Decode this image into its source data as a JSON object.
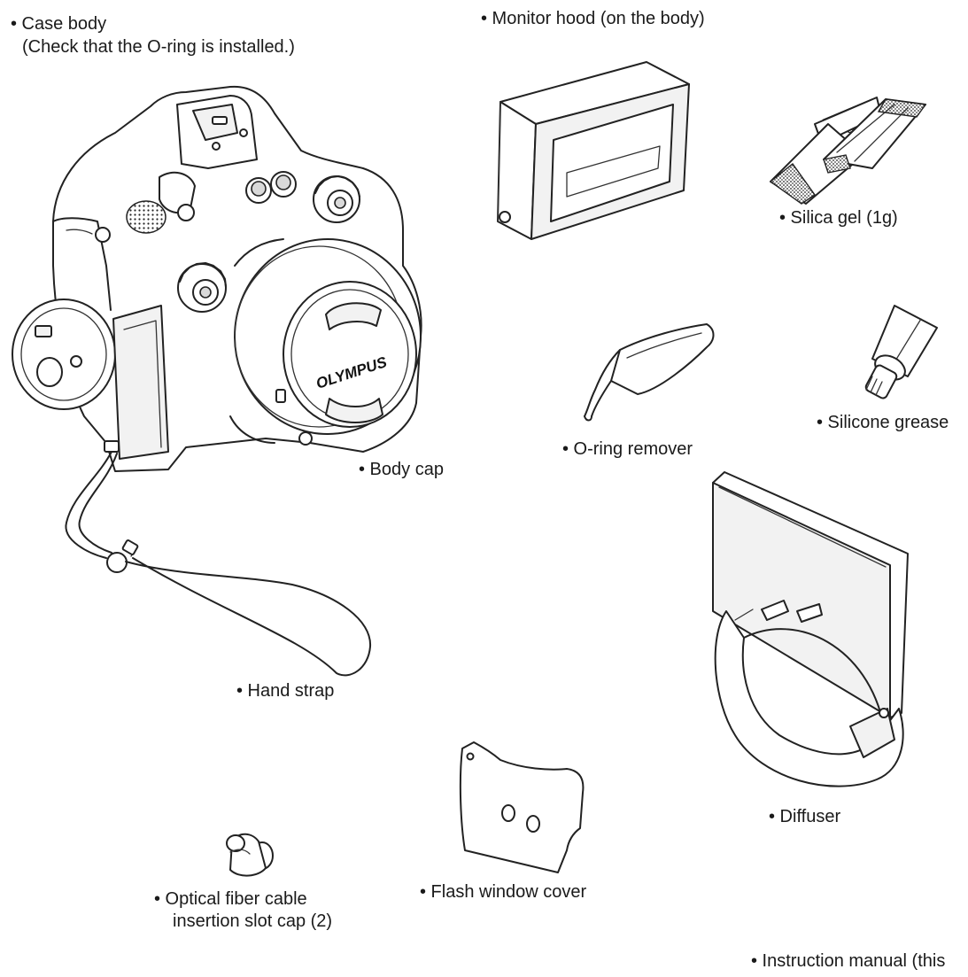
{
  "labels": {
    "case_body_line1": "• Case body",
    "case_body_line2": "(Check that the O-ring is installed.)",
    "monitor_hood": "• Monitor hood (on the body)",
    "silica_gel": "• Silica gel (1g)",
    "silicone_grease": "• Silicone grease",
    "o_ring_remover": "• O-ring remover",
    "body_cap": "• Body cap",
    "hand_strap": "• Hand strap",
    "diffuser": "• Diffuser",
    "flash_window_cover": "• Flash window cover",
    "optical_fiber_line1": "• Optical fiber cable",
    "optical_fiber_line2": "insertion slot cap (2)",
    "instruction_manual": "• Instruction manual (this"
  },
  "brand": "OLYMPUS",
  "colors": {
    "line": "#222222",
    "text": "#1a1a1a",
    "background": "#ffffff"
  }
}
